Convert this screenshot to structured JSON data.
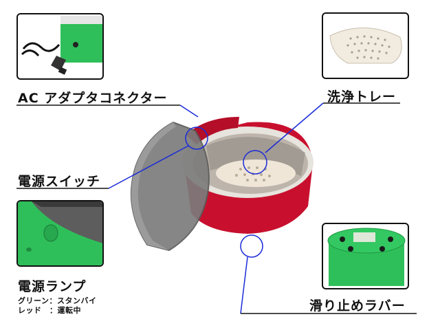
{
  "callouts": {
    "adapter_connector": "AC アダプタコネクター",
    "cleaning_tray": "洗浄トレー",
    "power_switch": "電源スイッチ",
    "power_lamp": "電源ランプ",
    "lamp_green": "グリーン：スタンバイ",
    "lamp_red": "レッド　：運転中",
    "rubber_feet": "滑り止めラバー"
  },
  "colors": {
    "device_red": "#c8102e",
    "device_green": "#2fbf5a",
    "callout_line": "#1a2bd8",
    "lid_gray": "#8a8a8a"
  }
}
